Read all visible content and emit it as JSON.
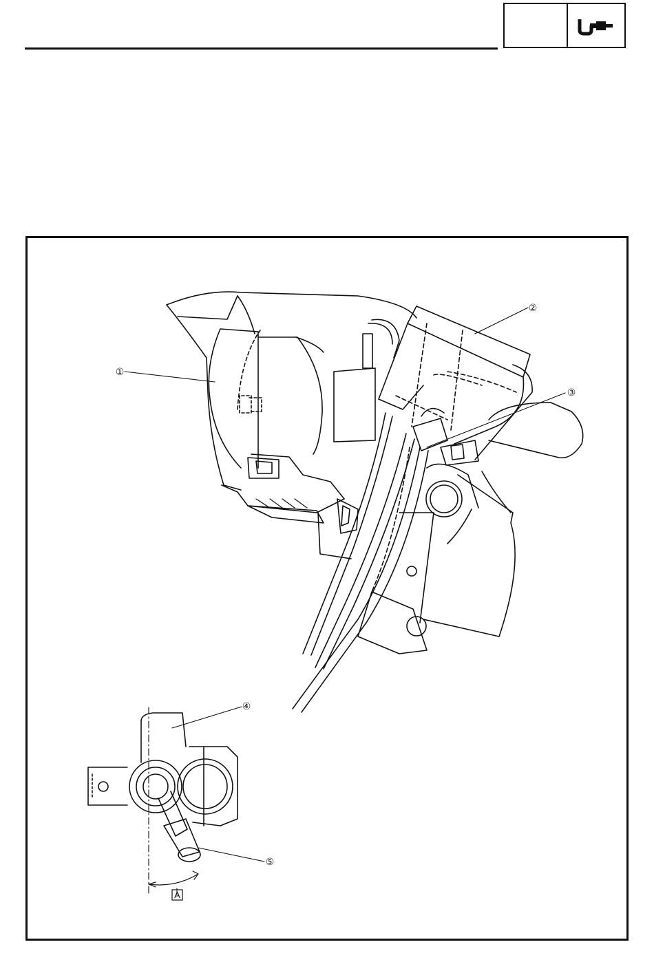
{
  "header": {
    "section_icon": "micrometer-icon"
  },
  "figure": {
    "callouts": {
      "c1": "①",
      "c2": "②",
      "c3": "③",
      "c4": "④",
      "c5": "⑤"
    },
    "angle_label": "A"
  }
}
